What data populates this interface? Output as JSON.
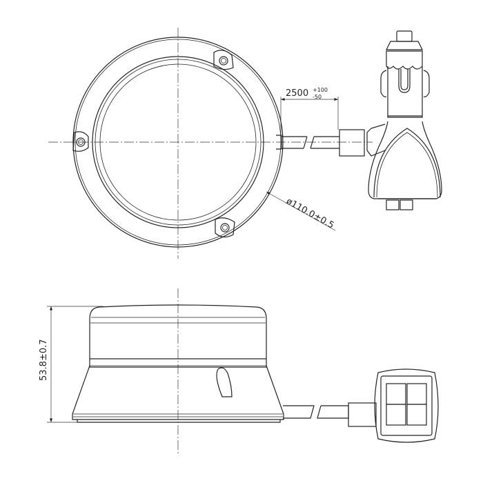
{
  "dimensions": {
    "cable_length": "2500",
    "cable_tol_plus": "+100",
    "cable_tol_minus": "-50",
    "diameter": "ø110.0±0.5",
    "height": "53.8±0.7"
  }
}
